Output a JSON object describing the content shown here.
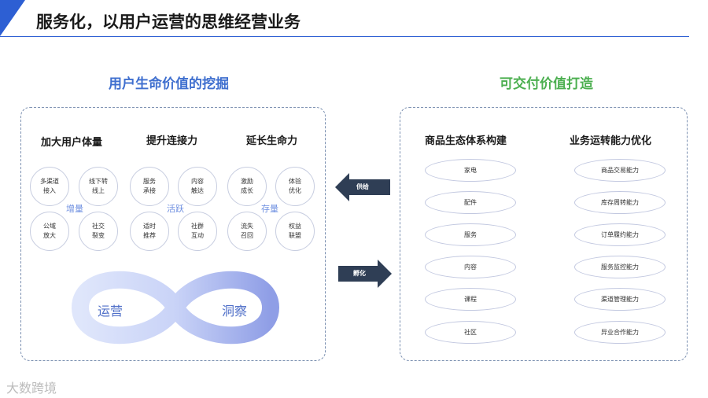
{
  "header": {
    "title": "服务化，以用户运营的思维经营业务"
  },
  "left": {
    "title": "用户生命价值的挖掘",
    "columns": [
      {
        "heading": "加大用户体量",
        "center_label": "增量",
        "items": [
          "多渠道\n接入",
          "线下转\n线上",
          "公域\n放大",
          "社交\n裂变"
        ]
      },
      {
        "heading": "提升连接力",
        "center_label": "活跃",
        "items": [
          "服务\n承接",
          "内容\n触达",
          "适时\n推荐",
          "社群\n互动"
        ]
      },
      {
        "heading": "延长生命力",
        "center_label": "存量",
        "items": [
          "激励\n成长",
          "体验\n优化",
          "流失\n召回",
          "权益\n联盟"
        ]
      }
    ],
    "loop": {
      "left_label": "运营",
      "right_label": "洞察"
    }
  },
  "right": {
    "title": "可交付价值打造",
    "col1": {
      "heading": "商品生态体系构建",
      "items": [
        "家电",
        "配件",
        "服务",
        "内容",
        "课程",
        "社区"
      ]
    },
    "col2": {
      "heading": "业务运转能力优化",
      "items": [
        "商品交易能力",
        "库存周转能力",
        "订单履约能力",
        "服务监控能力",
        "渠道管理能力",
        "异业合作能力"
      ]
    }
  },
  "arrows": {
    "supply": "供给",
    "incubate": "孵化"
  },
  "watermark": "大数跨境",
  "colors": {
    "accent": "#2d5fd3",
    "left_title": "#3f6fcf",
    "right_title": "#4caf50",
    "arrow": "#2f3e55"
  }
}
